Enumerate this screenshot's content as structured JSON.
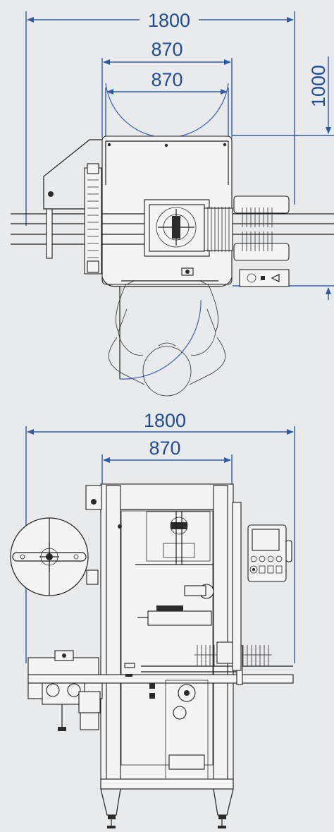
{
  "colors": {
    "background": "#e9eaec",
    "dimension": "#2d5aa8",
    "line": "#1e1e1e"
  },
  "top_view": {
    "width_overall": "1800",
    "width_inner": "870",
    "width_door": "870",
    "depth": "1000"
  },
  "front_view": {
    "width_overall": "1800",
    "width_inner": "870"
  }
}
